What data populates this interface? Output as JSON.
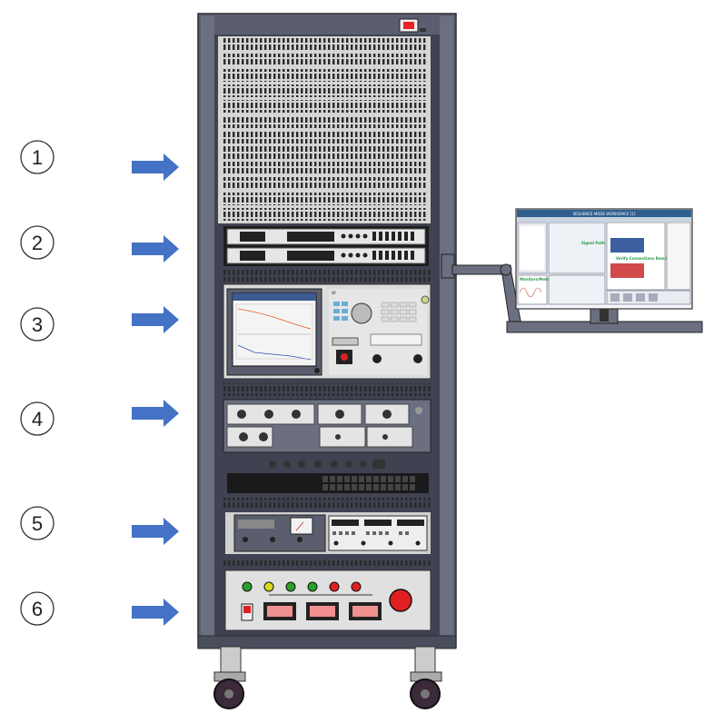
{
  "callouts": [
    {
      "label": "1"
    },
    {
      "label": "2"
    },
    {
      "label": "3"
    },
    {
      "label": "4"
    },
    {
      "label": "5"
    },
    {
      "label": "6"
    }
  ],
  "colors": {
    "cabinet": "#5a5e6e",
    "cabinet_dark": "#3f4250",
    "arrow": "#4472c4",
    "panel": "#dedede",
    "vent": "#2a2a2a",
    "monitor_header": "#2f5f8f",
    "bar_blue": "#3b5fa0",
    "bar_red": "#d24a4a",
    "button_red": "#e02020",
    "button_green": "#2aa02a"
  },
  "monitor": {
    "title": "SEQUENCE MODE WORKSPACE [1]",
    "verify_label": "Verify Connections Results",
    "signal_label": "Signal Path Setup",
    "monitors_label": "Monitors/Meters"
  }
}
